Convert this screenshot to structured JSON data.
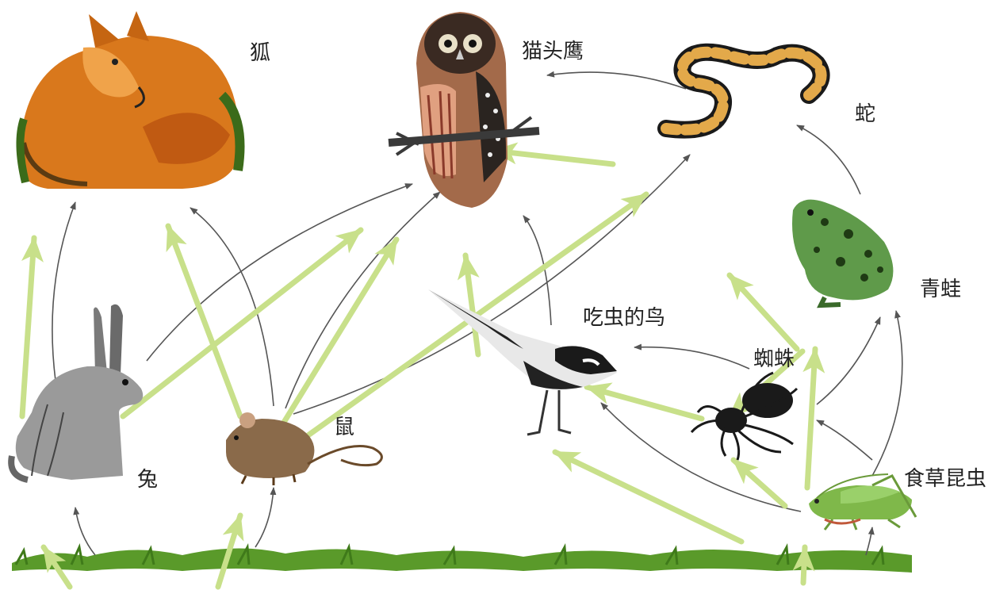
{
  "labels": {
    "fox": "狐",
    "owl": "猫头鹰",
    "snake": "蛇",
    "frog": "青蛙",
    "bird": "吃虫的鸟",
    "spider": "蜘蛛",
    "rabbit": "兔",
    "mouse": "鼠",
    "insect": "食草昆虫"
  },
  "colors": {
    "highlight_arrow": "#c8e08a",
    "thin_arrow": "#555555",
    "grass": "#5a9a2a"
  },
  "icons": {
    "fox": "fox-illustration",
    "owl": "owl-illustration",
    "snake": "snake-illustration",
    "frog": "frog-illustration",
    "bird": "wagtail-illustration",
    "spider": "spider-illustration",
    "rabbit": "rabbit-illustration",
    "mouse": "mouse-illustration",
    "insect": "grasshopper-illustration",
    "grass": "grass-strip"
  }
}
